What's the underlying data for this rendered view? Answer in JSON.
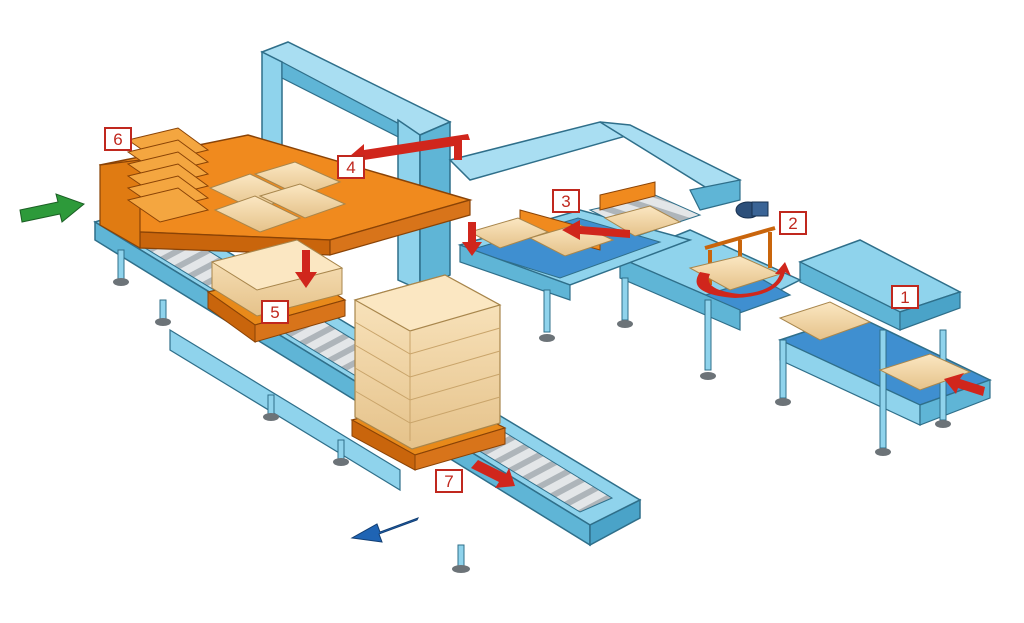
{
  "diagram": {
    "steps": [
      {
        "id": "1",
        "label": "1"
      },
      {
        "id": "2",
        "label": "2"
      },
      {
        "id": "3",
        "label": "3"
      },
      {
        "id": "4",
        "label": "4"
      },
      {
        "id": "5",
        "label": "5"
      },
      {
        "id": "6",
        "label": "6"
      },
      {
        "id": "7",
        "label": "7"
      }
    ],
    "colors": {
      "frame": "#8fd3ec",
      "frame_dark": "#5fb5d6",
      "frame_outline": "#2f6f8a",
      "belt": "#3f8fd0",
      "roller": "#d9dde0",
      "roller_dark": "#8a9298",
      "orange": "#f08a1e",
      "orange_dark": "#c9650c",
      "pallet": "#e88a1a",
      "bag": "#f4d9a6",
      "bag_shadow": "#d9b77a",
      "step_red": "#c0281e",
      "arrow_red": "#d0261c",
      "arrow_in": "#2d9a3a",
      "arrow_out": "#1f64b4"
    },
    "icons": {
      "infeed_arrow": "green-arrow-icon",
      "outfeed_arrow": "blue-arrow-icon",
      "motor": "gear-motor-icon"
    }
  }
}
